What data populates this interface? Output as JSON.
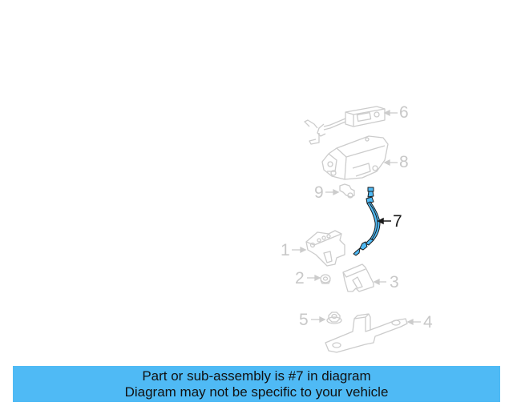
{
  "diagram": {
    "highlighted_part": "7",
    "highlight_color": "#4fbaf5",
    "inactive_line_color": "#cccccc",
    "active_line_color": "#1a1a1a",
    "callouts": [
      {
        "number": "6",
        "part": "release-switch-handle"
      },
      {
        "number": "8",
        "part": "latch-actuator"
      },
      {
        "number": "9",
        "part": "clip"
      },
      {
        "number": "7",
        "part": "release-cable"
      },
      {
        "number": "1",
        "part": "latch"
      },
      {
        "number": "2",
        "part": "grommet"
      },
      {
        "number": "3",
        "part": "striker-cover"
      },
      {
        "number": "5",
        "part": "nut"
      },
      {
        "number": "4",
        "part": "striker"
      }
    ]
  },
  "banner": {
    "line1": "Part or sub-assembly is #7 in diagram",
    "line2": "Diagram may not be specific to your vehicle",
    "background": "#4fbaf5"
  }
}
